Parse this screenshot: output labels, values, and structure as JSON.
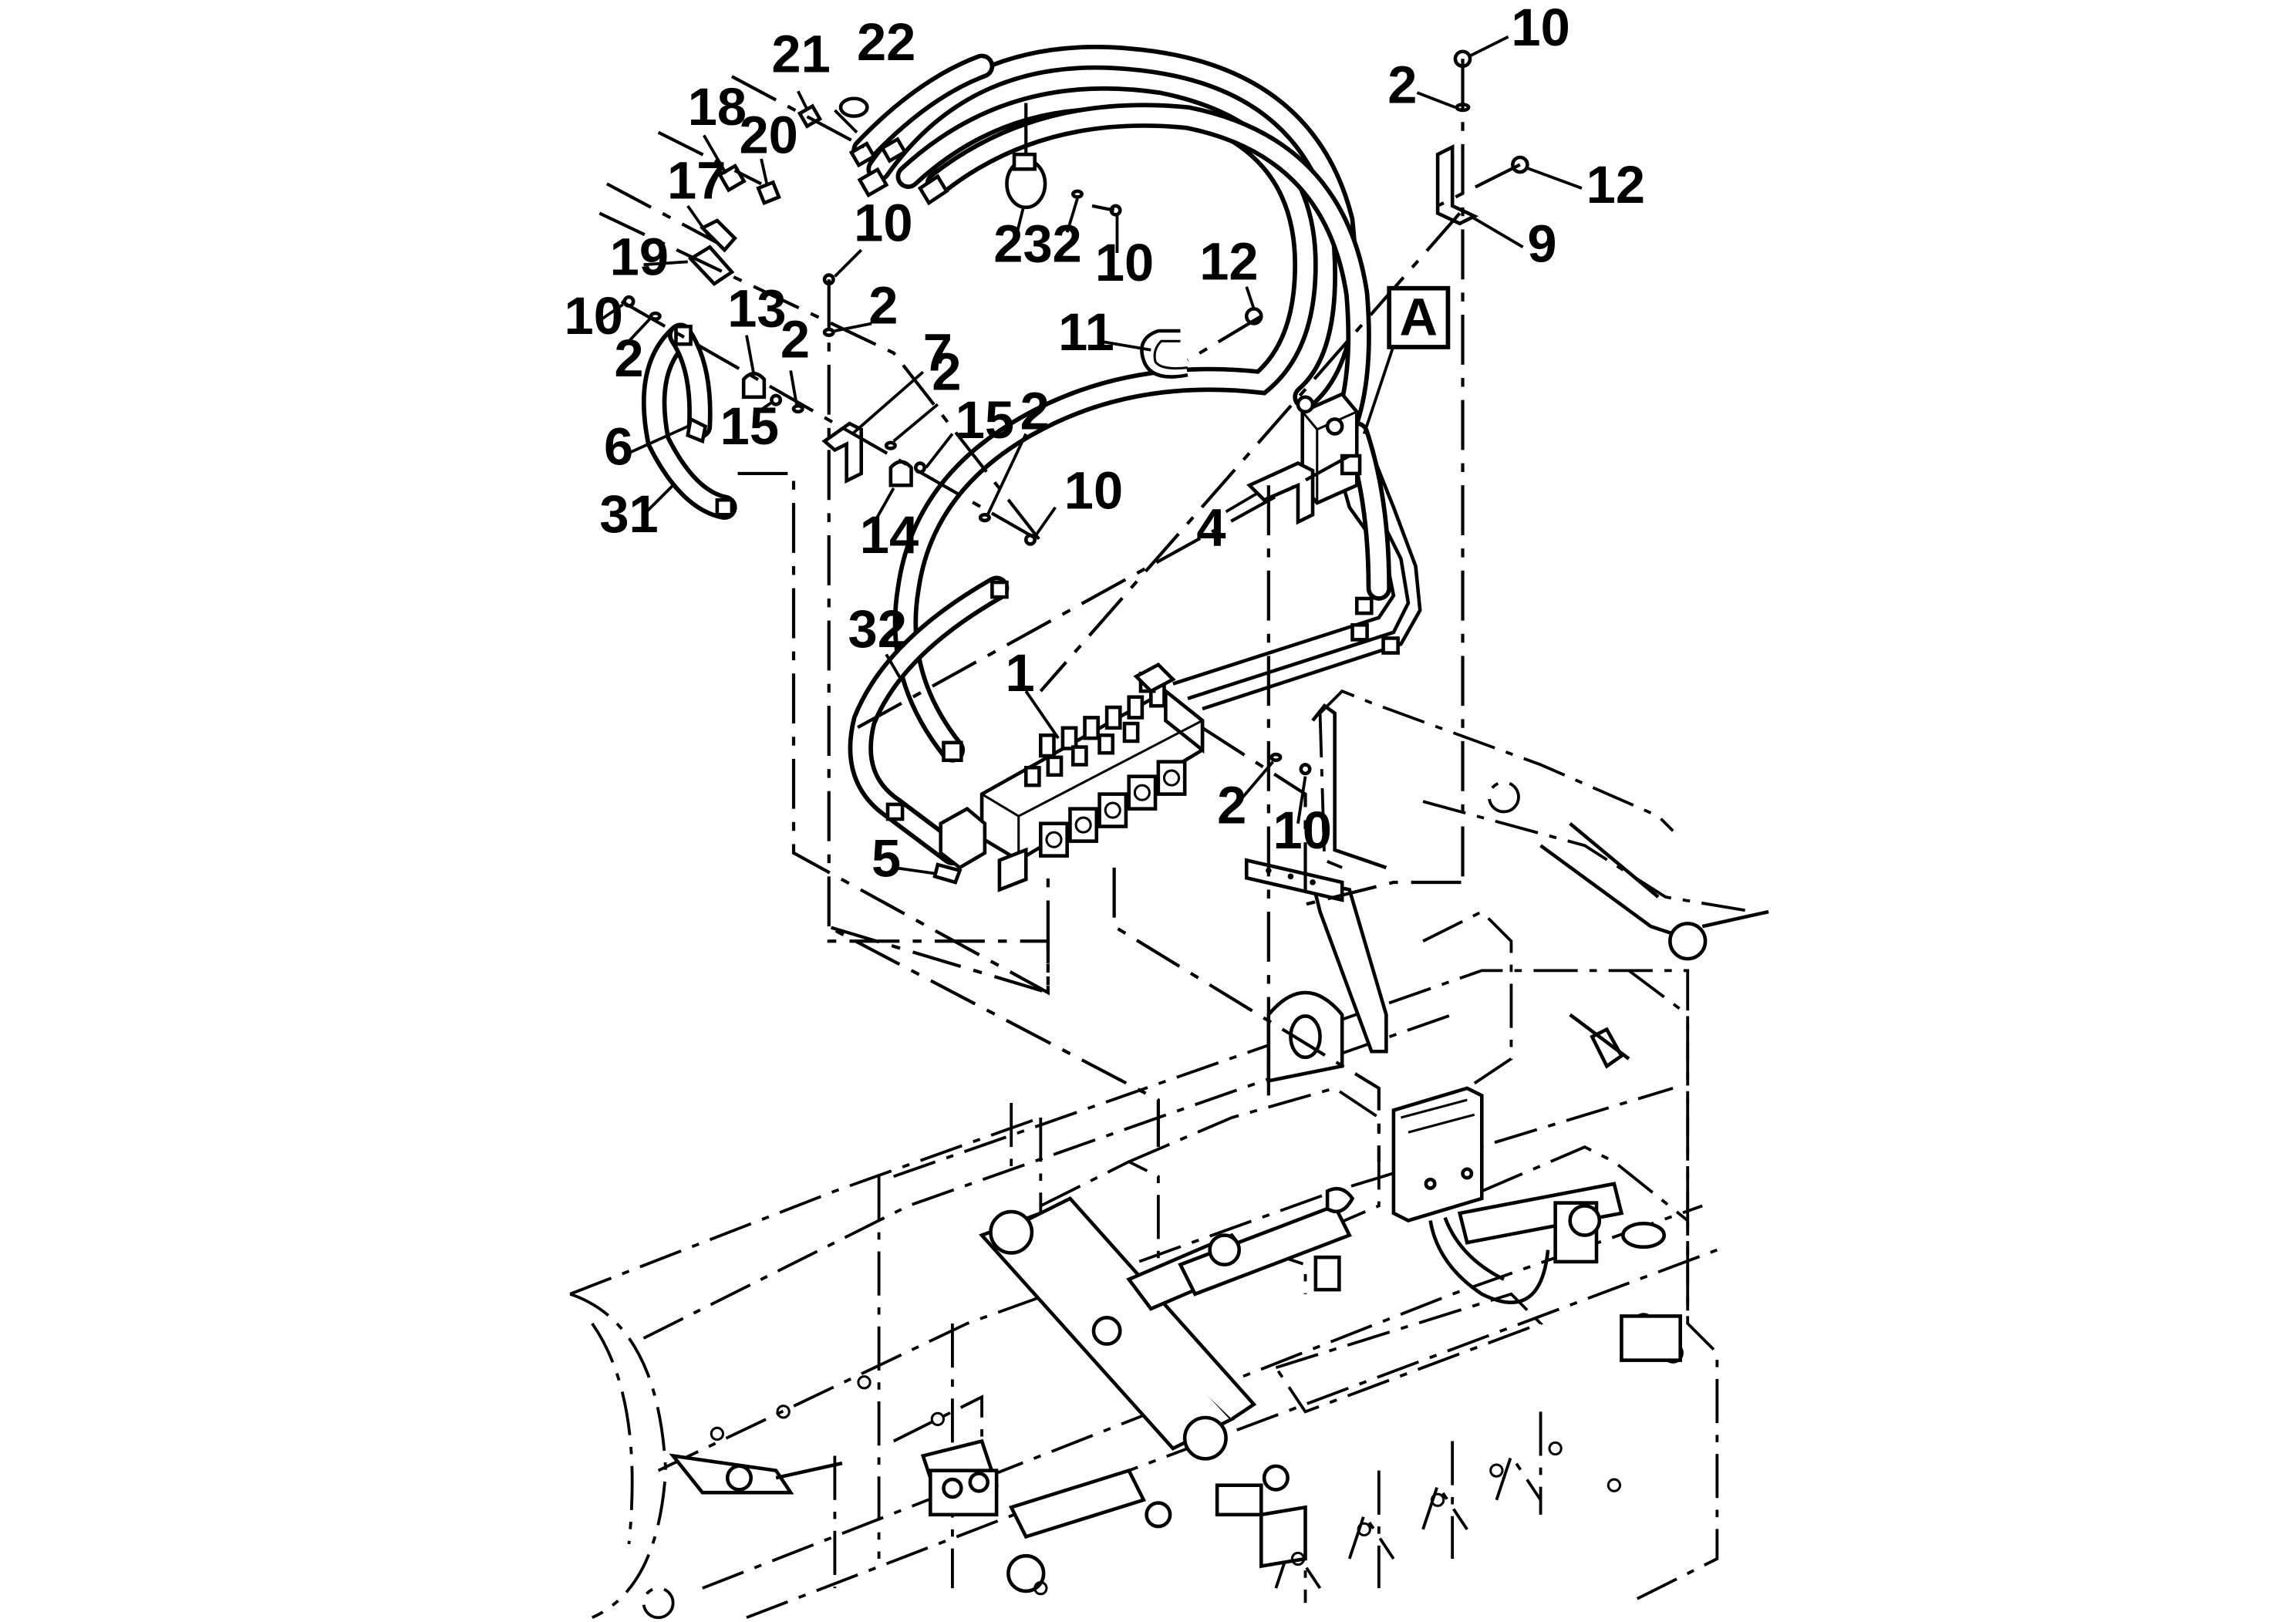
{
  "diagram": {
    "detail_label": "A",
    "callouts": {
      "c1": "1",
      "c2a": "2",
      "c2b": "2",
      "c2c": "2",
      "c2d": "2",
      "c2e": "2",
      "c2f": "2",
      "c2g": "2",
      "c2h": "2",
      "c2i": "2",
      "c4": "4",
      "c5": "5",
      "c6": "6",
      "c7": "7",
      "c9": "9",
      "c10a": "10",
      "c10b": "10",
      "c10c": "10",
      "c10d": "10",
      "c10e": "10",
      "c10f": "10",
      "c11": "11",
      "c12a": "12",
      "c12b": "12",
      "c13": "13",
      "c14": "14",
      "c15a": "15",
      "c15b": "15",
      "c17": "17",
      "c18": "18",
      "c19": "19",
      "c20": "20",
      "c21": "21",
      "c22": "22",
      "c23": "23",
      "c31": "31",
      "c32": "32"
    }
  }
}
